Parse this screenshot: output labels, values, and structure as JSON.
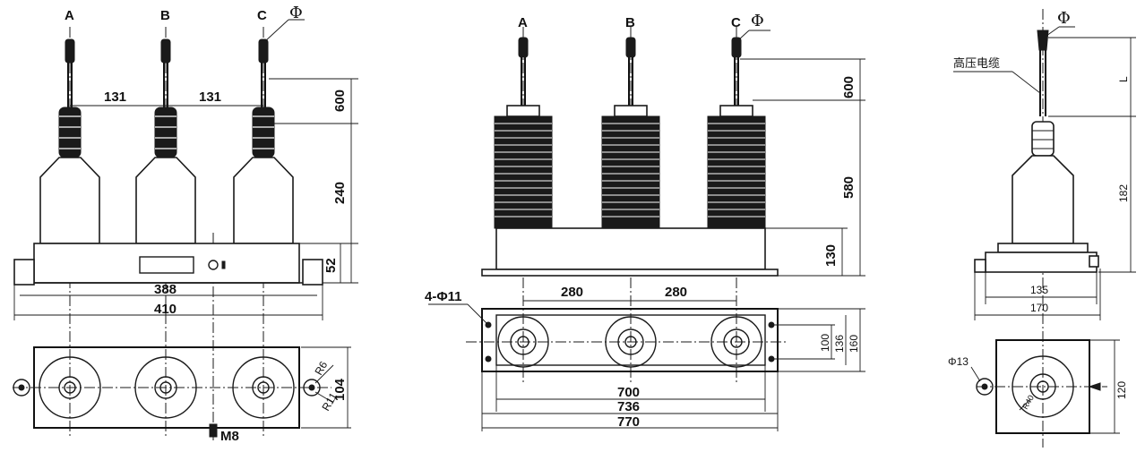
{
  "view1": {
    "phase_a": "A",
    "phase_b": "B",
    "phase_c": "C",
    "phi": "Φ",
    "spacing_ab": "131",
    "spacing_bc": "131",
    "dim_top": "600",
    "dim_mid": "240",
    "dim_base": "52",
    "dim_388": "388",
    "dim_410": "410",
    "dim_104": "104",
    "dim_r6": "R6",
    "dim_r11": "R11",
    "bolt": "M8"
  },
  "view2": {
    "phase_a": "A",
    "phase_b": "B",
    "phase_c": "C",
    "phi": "Φ",
    "dim_top": "600",
    "dim_mid": "580",
    "dim_base": "130",
    "spacing_ab": "280",
    "spacing_bc": "280",
    "holes": "4-Φ11",
    "dim_100": "100",
    "dim_136": "136",
    "dim_160": "160",
    "dim_700": "700",
    "dim_736": "736",
    "dim_770": "770"
  },
  "view3": {
    "phi": "Φ",
    "cable_label": "高压电缆",
    "dim_l": "L",
    "dim_182": "182",
    "dim_135": "135",
    "dim_170": "170",
    "dim_phi13": "Φ13",
    "dim_120": "120",
    "dim_r40": "R40"
  }
}
